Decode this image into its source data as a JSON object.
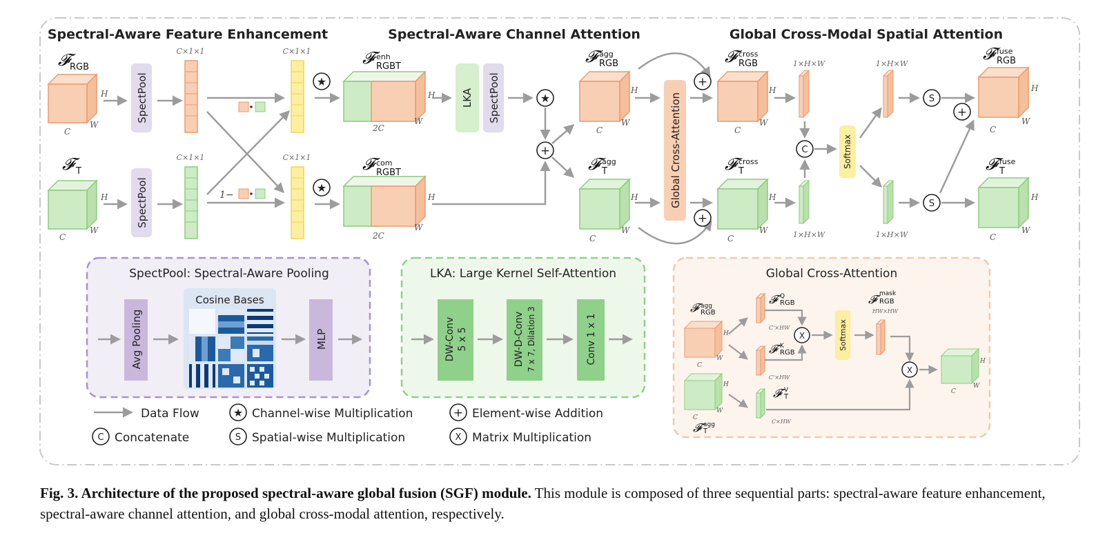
{
  "sections": {
    "s1": "Spectral-Aware Feature Enhancement",
    "s2": "Spectral-Aware Channel Attention",
    "s3": "Global Cross-Modal Spatial Attention"
  },
  "features": {
    "F": "𝓕",
    "rgb": "RGB",
    "t": "T",
    "enh": "enh",
    "com": "com",
    "rgbt": "RGBT",
    "agg": "agg",
    "cross": "cross",
    "fuse": "fuse",
    "mask": "mask",
    "q": "Q",
    "k": "K",
    "v": "V"
  },
  "dims": {
    "H": "H",
    "W": "W",
    "C": "C",
    "twoC": "2C",
    "c11": "C×1×1",
    "one_hw": "1×H×W",
    "cp_hw": "C'×HW",
    "c_hw": "C×HW",
    "hw_hw": "HW×HW",
    "one_minus": "1−"
  },
  "blocks": {
    "spectpool": "SpectPool",
    "lka": "LKA",
    "gca": "Global Cross-Attention",
    "softmax": "Softmax"
  },
  "ops": {
    "star": "★",
    "plus": "+",
    "concat": "C",
    "spatial": "S",
    "matmul": "X"
  },
  "panels": {
    "spectpool": {
      "title": "SpectPool: Spectral-Aware Pooling",
      "avg": "Avg Pooling",
      "cosine": "Cosine Bases",
      "mlp": "MLP"
    },
    "lka": {
      "title": "LKA: Large Kernel Self-Attention",
      "dw1": "DW-Conv",
      "dw1b": "5 x 5",
      "dw2": "DW-D-Conv",
      "dw2b": "7 x 7, Dilation 3",
      "conv": "Conv 1 x 1"
    },
    "gca": {
      "title": "Global Cross-Attention"
    }
  },
  "legend": {
    "flow": "Data Flow",
    "chan": "Channel-wise Multiplication",
    "add": "Element-wise Addition",
    "concat": "Concatenate",
    "spatial": "Spatial-wise Multiplication",
    "matmul": "Matrix Multiplication"
  },
  "caption": {
    "label": "Fig. 3",
    "bold": "Architecture of the proposed spectral-aware global fusion (SGF) module.",
    "text": "This module is composed of three sequential parts: spectral-aware feature enhancement, spectral-aware channel attention, and global cross-modal attention, respectively."
  },
  "colors": {
    "orange_fill": "#f9cfb4",
    "orange_stroke": "#eb9a6c",
    "green_fill": "#cdebc4",
    "green_stroke": "#8ccc7c",
    "yellow_fill": "#fcef9f",
    "yellow_stroke": "#f0d55a",
    "purple": "#e1dbed",
    "purple_dark": "#c9b8dc",
    "lka_green": "#8fd08a",
    "arrow": "#9c9c9c"
  }
}
